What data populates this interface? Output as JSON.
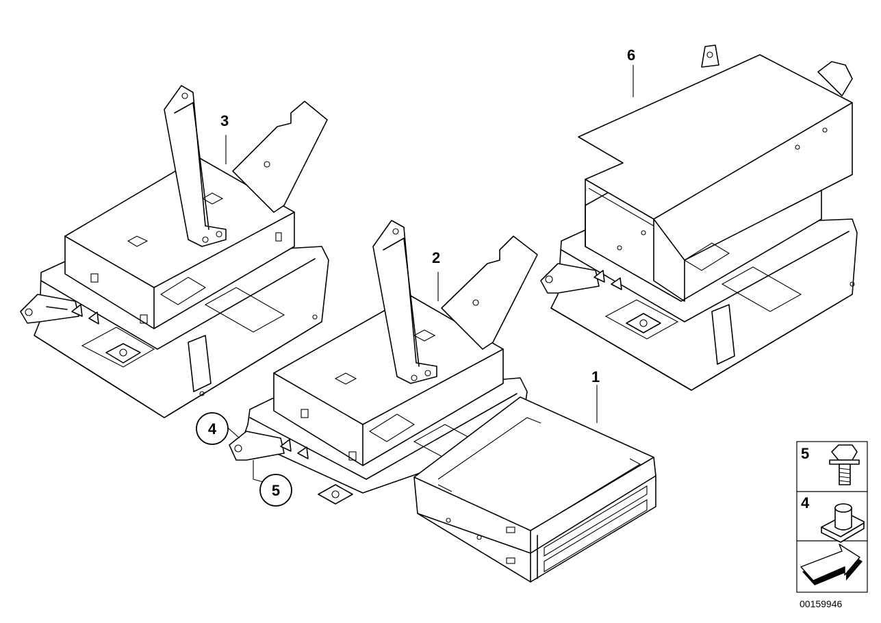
{
  "parts": [
    {
      "number": "1",
      "name": "Disc drive unit"
    },
    {
      "number": "2",
      "name": "Holder"
    },
    {
      "number": "3",
      "name": "Holder"
    },
    {
      "number": "4",
      "name": "Clip nut"
    },
    {
      "number": "5",
      "name": "Hex bolt"
    },
    {
      "number": "6",
      "name": "Holder"
    }
  ],
  "legend": [
    {
      "number": "5"
    },
    {
      "number": "4"
    }
  ],
  "document_id": "00159946"
}
